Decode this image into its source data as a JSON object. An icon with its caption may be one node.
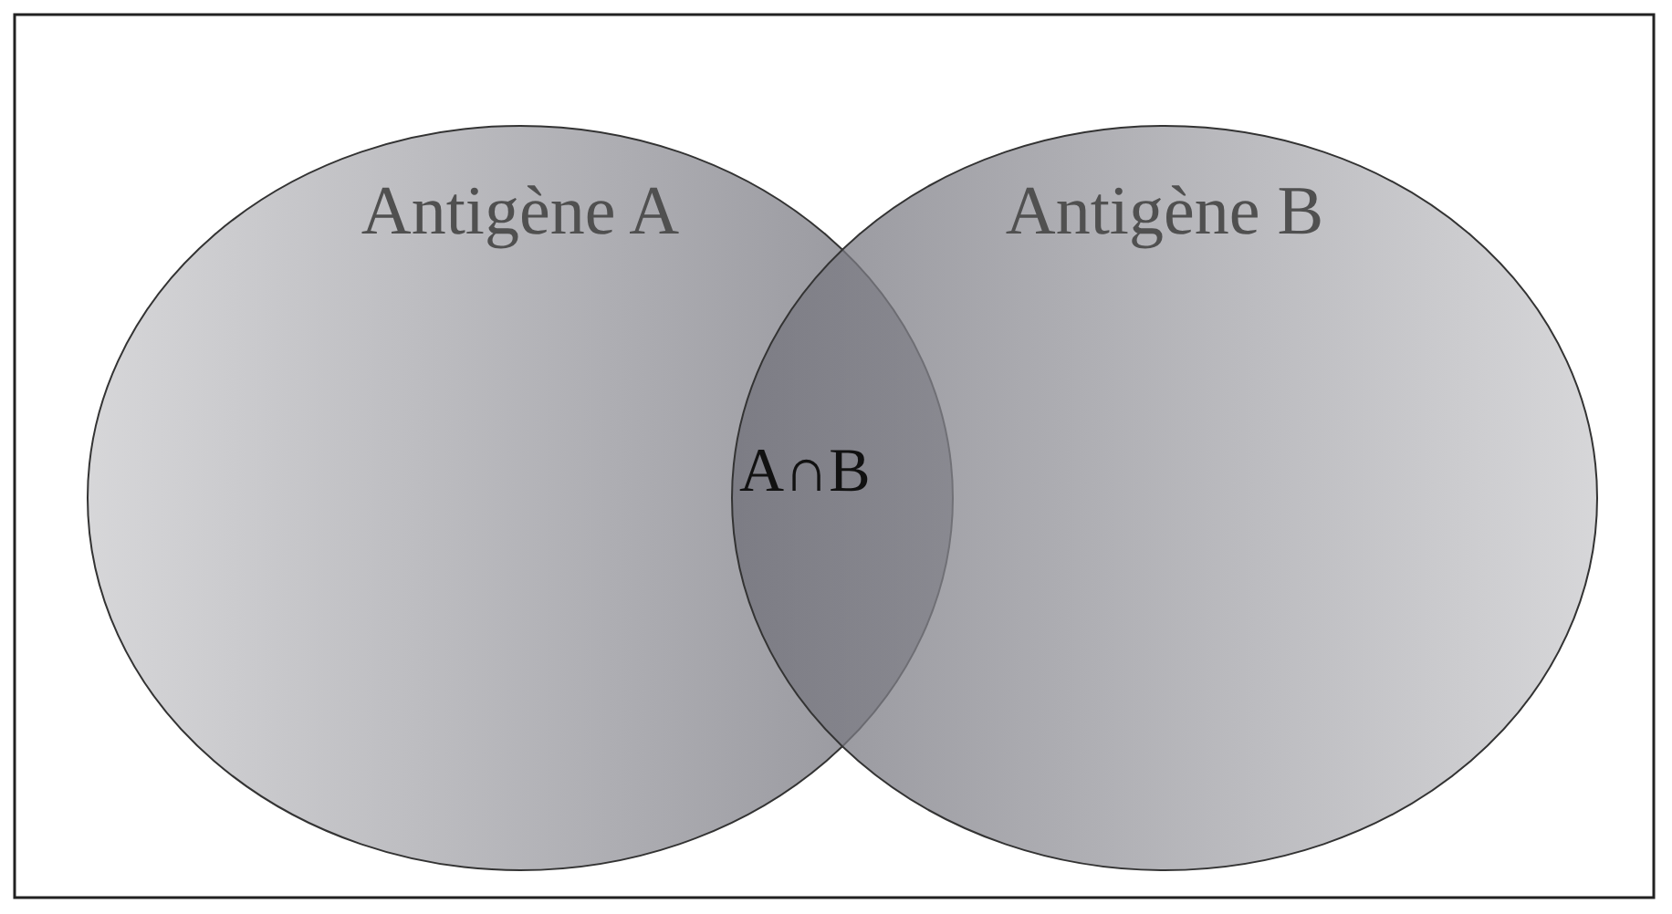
{
  "diagram": {
    "nodes": [
      {
        "text": [
          "Antigène A"
        ]
      },
      {
        "text": [
          "Antigène B"
        ]
      }
    ],
    "labels": [
      "A∩B"
    ]
  }
}
